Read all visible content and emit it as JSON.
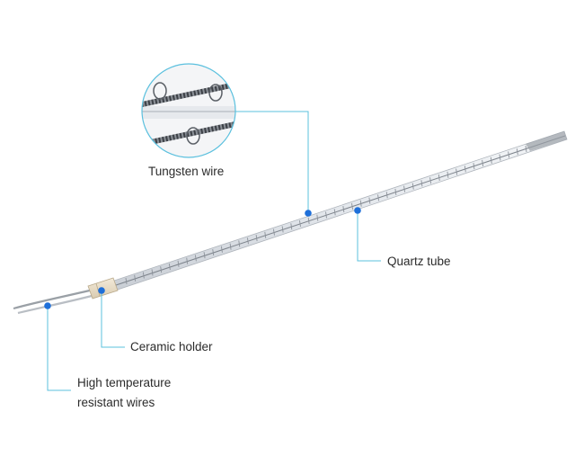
{
  "labels": {
    "tungsten_wire": "Tungsten wire",
    "quartz_tube": "Quartz tube",
    "ceramic_holder": "Ceramic holder",
    "wires_line1": "High temperature",
    "wires_line2": "resistant wires"
  },
  "colors": {
    "callout_line": "#5bc0de",
    "marker_dot": "#1e6fd9",
    "tube_glass": "#dfe3e8",
    "text": "#2b2b2b"
  }
}
